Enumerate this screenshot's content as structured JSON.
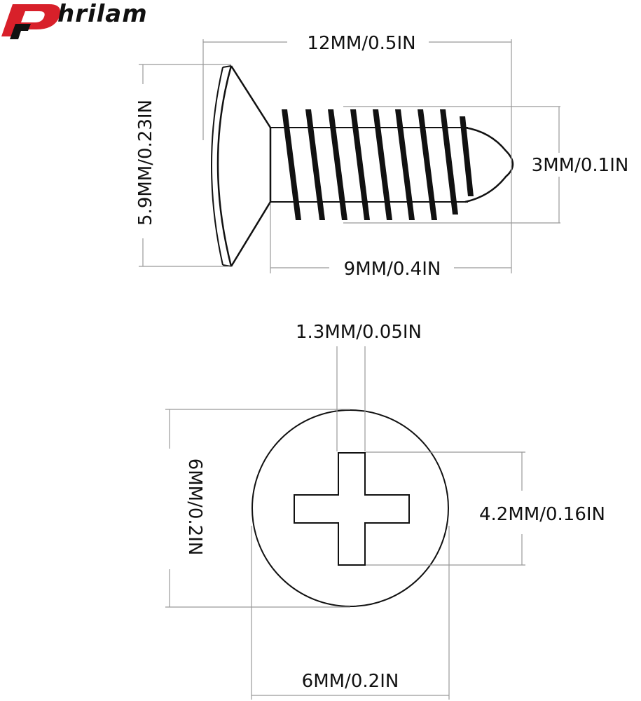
{
  "brand": {
    "name": "Phrilam",
    "logo_text": "hrilam",
    "logo_color": "#d8202a",
    "logo_dark": "#111111"
  },
  "side_view": {
    "overall_length": "12MM/0.5IN",
    "head_diameter": "5.9MM/0.23IN",
    "thread_diameter": "3MM/0.1IN",
    "thread_length": "9MM/0.4IN"
  },
  "top_view": {
    "slot_width": "1.3MM/0.05IN",
    "head_diameter_vertical": "6MM/0.2IN",
    "cross_length": "4.2MM/0.16IN",
    "head_diameter_horizontal": "6MM/0.2IN"
  },
  "colors": {
    "line": "#111111",
    "dimension_line": "#999999"
  }
}
